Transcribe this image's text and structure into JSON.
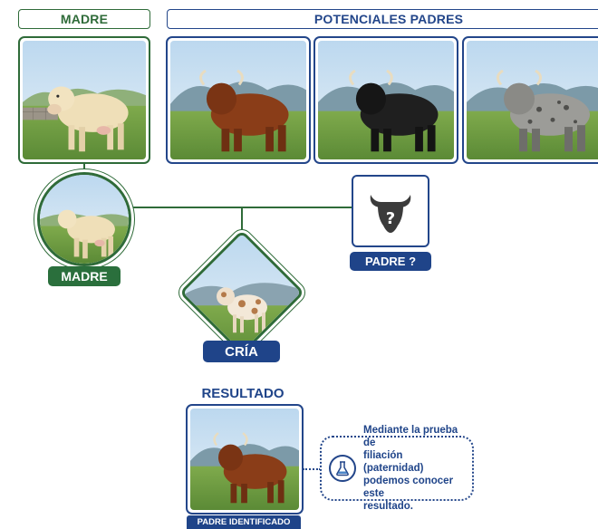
{
  "headers": {
    "mother": "MADRE",
    "fathers": "POTENCIALES PADRES"
  },
  "photos": {
    "mother": "mother-cow-photo",
    "father1": "brown-bull-photo",
    "father2": "black-bull-photo",
    "father3": "grey-spotted-bull-photo",
    "result": "brown-bull-photo"
  },
  "tree": {
    "mother_label": "MADRE",
    "father_label": "PADRE ?",
    "calf_label": "CRÍA"
  },
  "result": {
    "title": "RESULTADO",
    "badge": "PADRE IDENTIFICADO",
    "note_lines": [
      "Mediante la prueba de",
      "filiación (paternidad)",
      "podemos conocer este",
      "resultado."
    ]
  },
  "colors": {
    "green": "#2f6b39",
    "blue": "#1f4489",
    "sky": "#c7def0",
    "grass": "#6f9c45"
  }
}
